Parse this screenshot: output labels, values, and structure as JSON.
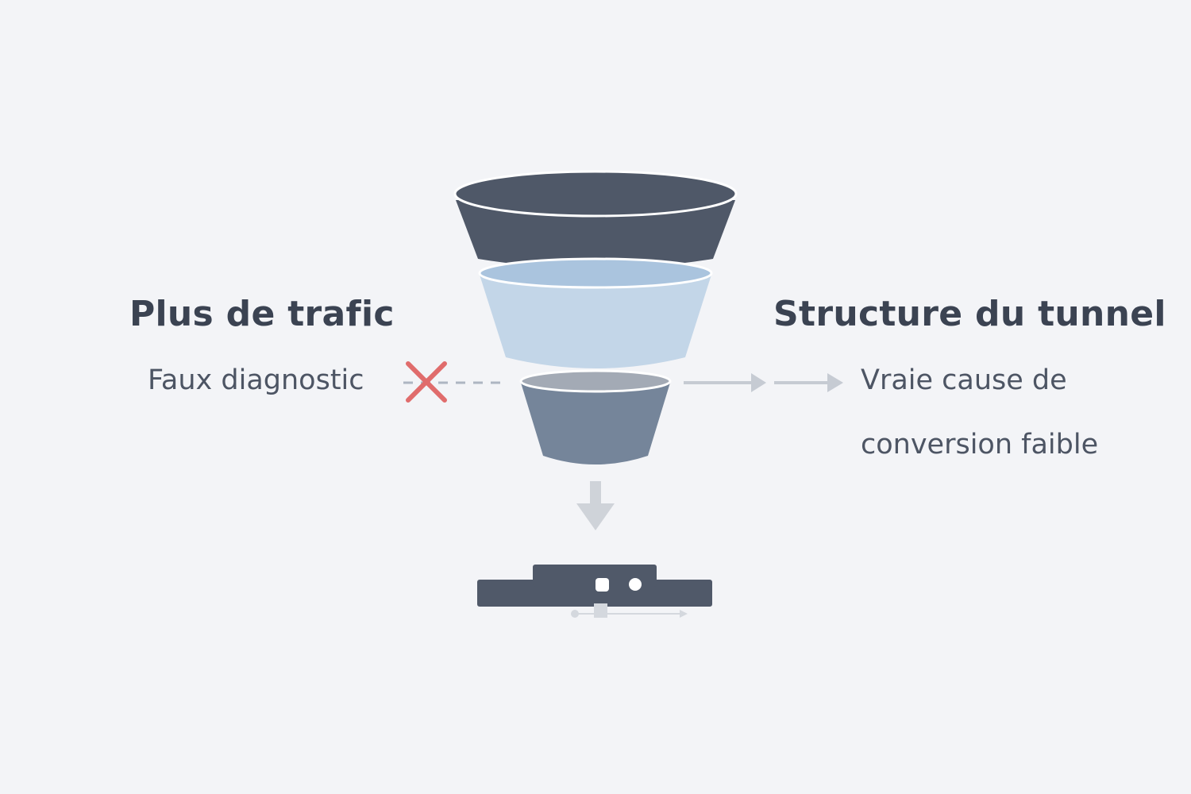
{
  "left": {
    "heading": "Plus de trafic",
    "subtext": "Faux diagnostic"
  },
  "right": {
    "heading": "Structure du tunnel",
    "subtext_line1": "Vraie cause de",
    "subtext_line2": "conversion faible"
  },
  "colors": {
    "background": "#f3f4f7",
    "funnel_top": "#4f5868",
    "funnel_middle": "#c3d6e8",
    "funnel_bottom": "#75859a",
    "cross": "#e06c6c",
    "arrow": "#c6cbd3",
    "text_dark": "#3b4352"
  },
  "icons": {
    "cross": "red-x-icon",
    "down_arrow": "down-arrow-icon",
    "right_arrows": "right-arrow-icon",
    "platform": "platform-icon"
  }
}
